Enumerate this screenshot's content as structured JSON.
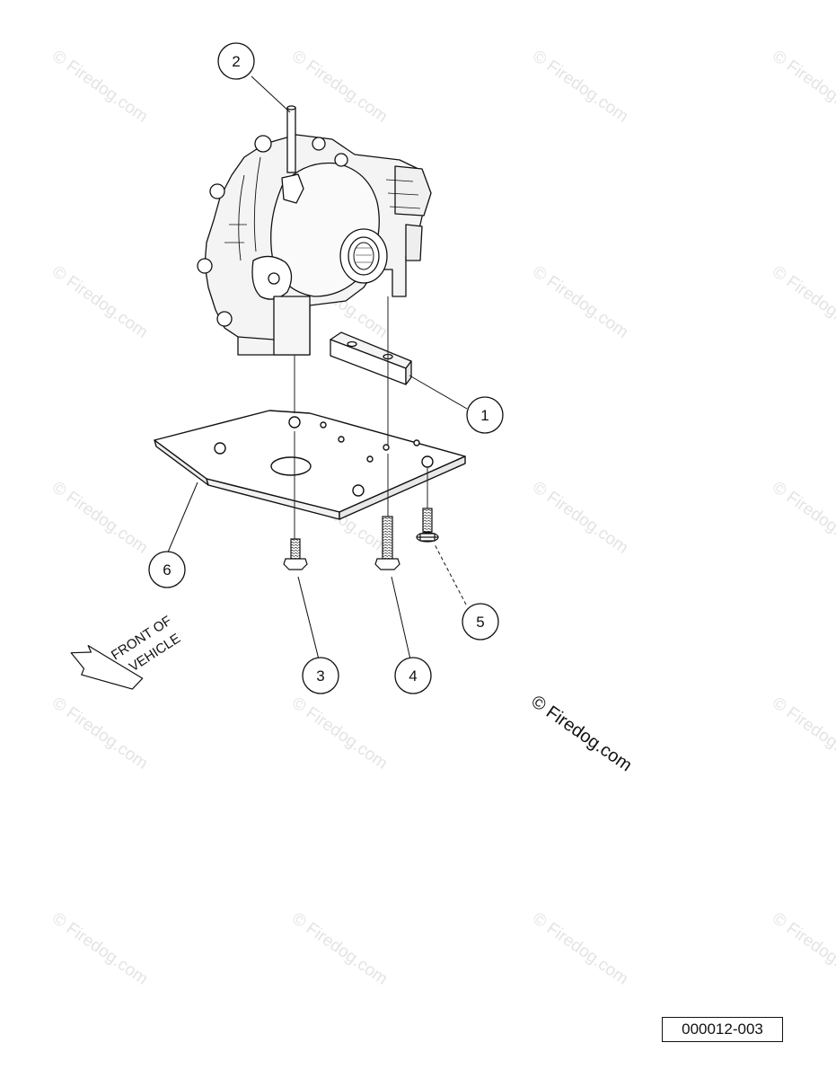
{
  "watermark_text": "© Firedog.com",
  "copyright_label": "© Firedog.com",
  "figure_id": "000012-003",
  "direction_label": {
    "line1": "FRONT OF",
    "line2": "VEHICLE"
  },
  "callouts": [
    {
      "id": "callout-1",
      "number": "1"
    },
    {
      "id": "callout-2",
      "number": "2"
    },
    {
      "id": "callout-3",
      "number": "3"
    },
    {
      "id": "callout-4",
      "number": "4"
    },
    {
      "id": "callout-5",
      "number": "5"
    },
    {
      "id": "callout-6",
      "number": "6"
    }
  ]
}
